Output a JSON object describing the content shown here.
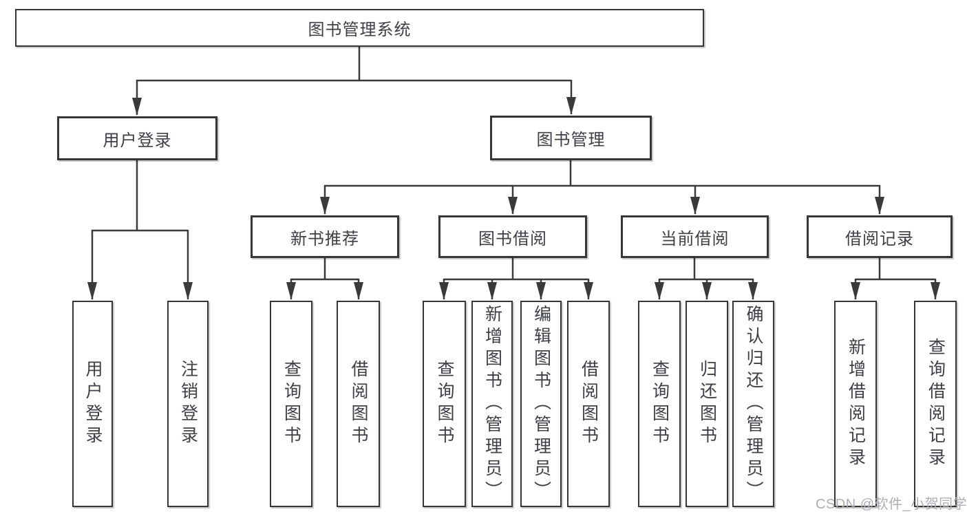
{
  "diagram_title": "图书管理系统",
  "nodes": {
    "root": "图书管理系统",
    "userLogin": "用户登录",
    "bookMgmt": "图书管理",
    "newBookRec": "新书推荐",
    "bookBorrow": "图书借阅",
    "currentBorrow": "当前借阅",
    "borrowRecords": "借阅记录",
    "leaves": {
      "userLogin": "用户登录",
      "logout": "注销登录",
      "queryBook1": "查询图书",
      "borrowBook1": "借阅图书",
      "queryBook2": "查询图书",
      "addBookAdmin": "新增图书（管理员）",
      "editBookAdmin": "编辑图书（管理员）",
      "borrowBook2": "借阅图书",
      "queryBook3": "查询图书",
      "returnBook": "归还图书",
      "confirmReturnAdmin": "确认归还（管理员）",
      "addBorrowRecord": "新增借阅记录",
      "queryBorrowRecord": "查询借阅记录"
    }
  },
  "watermark": {
    "text": "CSDN @软件_小贺同学"
  },
  "colors": {
    "line": "#3a3a3a",
    "box_border": "#363636",
    "text": "#3c4045",
    "watermark": "#abafb5",
    "background": "#ffffff"
  }
}
